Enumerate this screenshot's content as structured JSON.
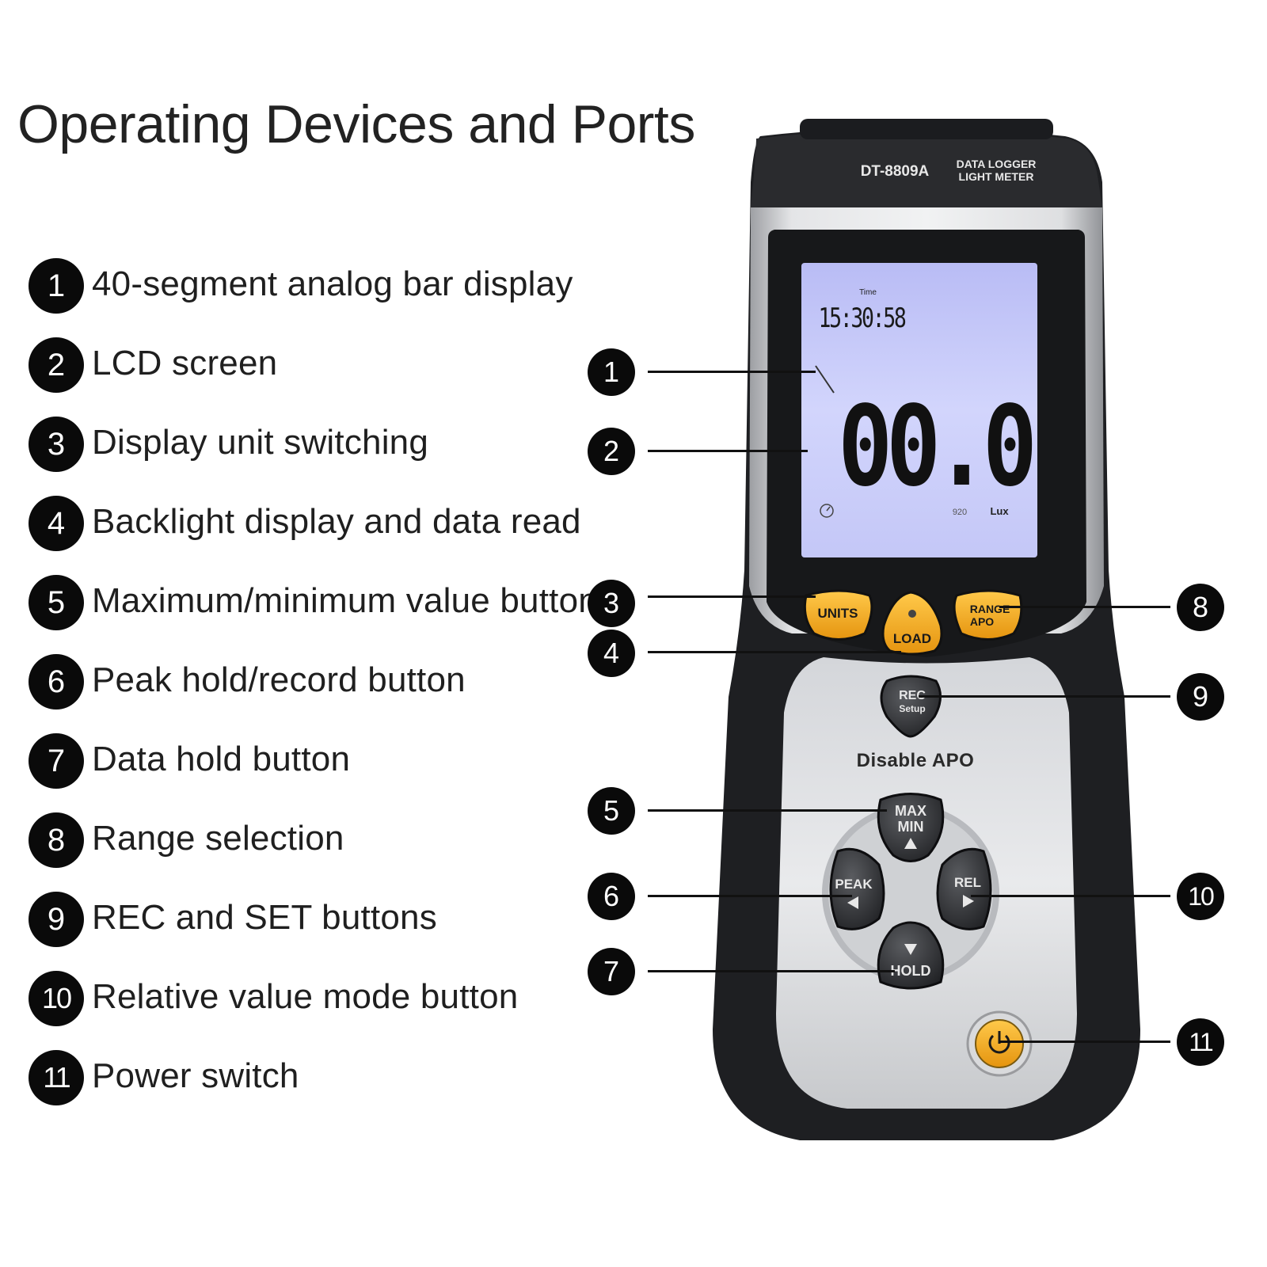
{
  "title": "Operating Devices and Ports",
  "legend": [
    {
      "num": "1",
      "text": "40-segment analog bar display"
    },
    {
      "num": "2",
      "text": "LCD screen"
    },
    {
      "num": "3",
      "text": "Display unit switching"
    },
    {
      "num": "4",
      "text": "Backlight display and data read"
    },
    {
      "num": "5",
      "text": "Maximum/minimum value button"
    },
    {
      "num": "6",
      "text": "Peak hold/record button"
    },
    {
      "num": "7",
      "text": "Data hold button"
    },
    {
      "num": "8",
      "text": "Range selection"
    },
    {
      "num": "9",
      "text": "REC and SET buttons"
    },
    {
      "num": "10",
      "text": "Relative value mode button"
    },
    {
      "num": "11",
      "text": "Power switch"
    }
  ],
  "device": {
    "model": "DT-8809A",
    "type_line1": "DATA LOGGER",
    "type_line2": "LIGHT METER",
    "lcd_time_label": "Time",
    "lcd_time": "15:30:58",
    "lcd_reading": "00.0",
    "lcd_small": "920",
    "lcd_unit": "Lux",
    "units_label": "UNITS",
    "load_label": "LOAD",
    "range_label1": "RANGE",
    "range_label2": "APO",
    "rec_label1": "REC",
    "rec_label2": "Setup",
    "disable_apo": "Disable APO",
    "max_label": "MAX",
    "min_label": "MIN",
    "peak_label": "PEAK",
    "rel_label": "REL",
    "hold_label": "HOLD"
  },
  "callouts": {
    "c1": "1",
    "c2": "2",
    "c3": "3",
    "c4": "4",
    "c5": "5",
    "c6": "6",
    "c7": "7",
    "c8": "8",
    "c9": "9",
    "c10": "10",
    "c11": "11"
  },
  "colors": {
    "badge": "#0a0a0a",
    "lcd": "#c9cdfb",
    "button_amber": "#f2a81c",
    "body_dark": "#1e1f22",
    "body_silver": "#c8c9cc"
  }
}
